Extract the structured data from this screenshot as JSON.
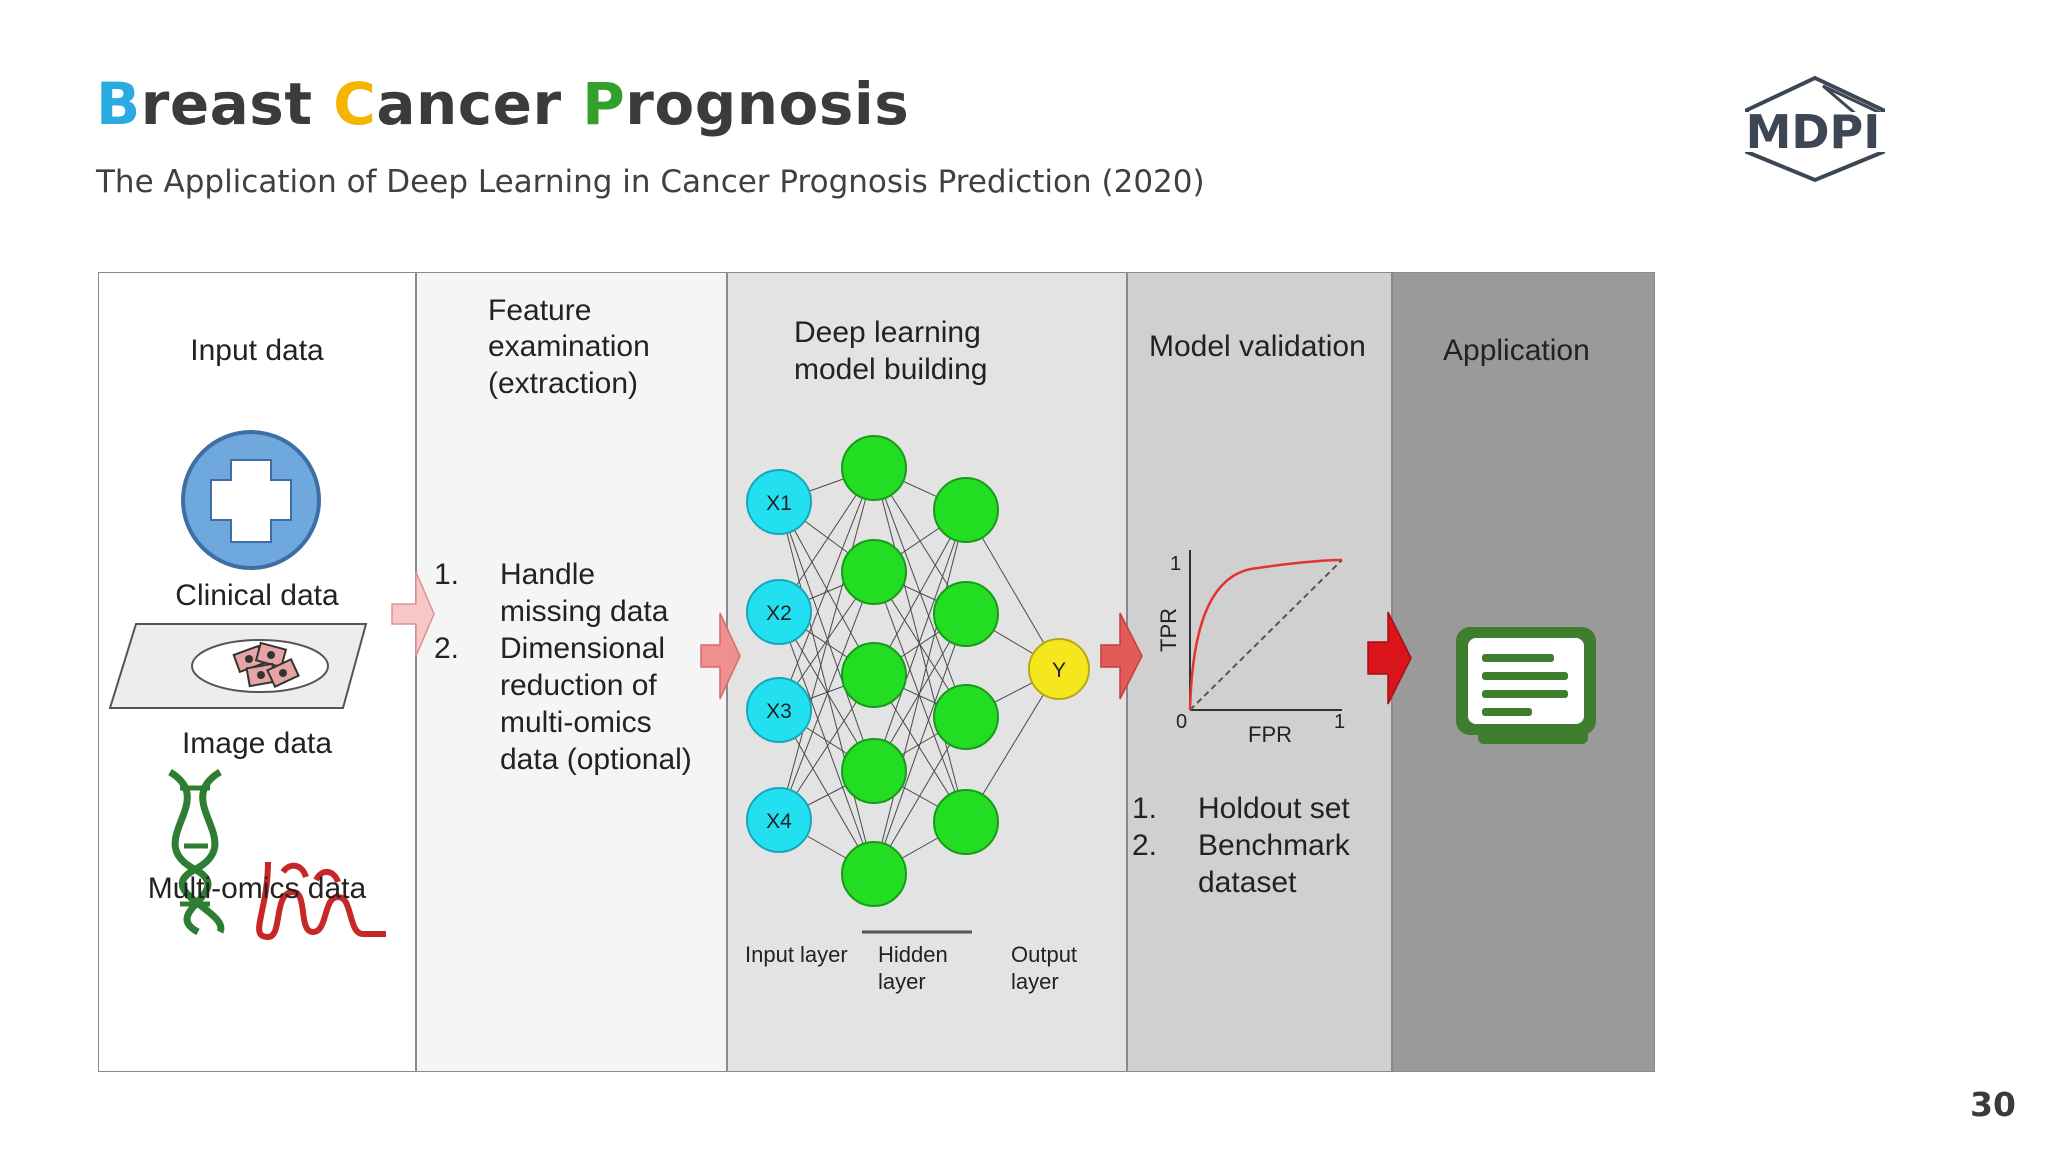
{
  "slide": {
    "title": {
      "parts": [
        {
          "text": "B",
          "color": "#29abe2"
        },
        {
          "text": "reast ",
          "color": "#3b3b3b"
        },
        {
          "text": "C",
          "color": "#f4b400"
        },
        {
          "text": "ancer ",
          "color": "#3b3b3b"
        },
        {
          "text": "P",
          "color": "#33a02c"
        },
        {
          "text": "rognosis",
          "color": "#3b3b3b"
        }
      ]
    },
    "subtitle": "The Application of Deep Learning in Cancer Prognosis Prediction (2020)",
    "logo": "MDPI",
    "page_number": "30"
  },
  "figure": {
    "panel_colors": [
      "#ffffff",
      "#f5f5f5",
      "#e3e3e3",
      "#d0d0d0",
      "#9a9a9a"
    ],
    "input": {
      "heading": "Input data",
      "clinical": "Clinical data",
      "image": "Image data",
      "omics": "Multi-omics data"
    },
    "feature": {
      "heading": [
        "Feature",
        "examination",
        "(extraction)"
      ],
      "items": [
        {
          "num": "1.",
          "lines": [
            "Handle",
            "missing data"
          ]
        },
        {
          "num": "2.",
          "lines": [
            "Dimensional",
            "reduction of",
            "multi-omics",
            "data (optional)"
          ]
        }
      ]
    },
    "deep": {
      "heading": [
        "Deep learning",
        "model building"
      ],
      "inputs": [
        "X1",
        "X2",
        "X3",
        "X4"
      ],
      "output": "Y",
      "layer_input": "Input layer",
      "layer_hidden": [
        "Hidden",
        "layer"
      ],
      "layer_output": [
        "Output",
        "layer"
      ]
    },
    "validation": {
      "heading": "Model validation",
      "axis_y": "TPR",
      "axis_x": "FPR",
      "tick_zero": "0",
      "tick_one_x": "1",
      "tick_one_y": "1",
      "items": [
        {
          "num": "1.",
          "lines": [
            "Holdout set"
          ]
        },
        {
          "num": "2.",
          "lines": [
            "Benchmark",
            "dataset"
          ]
        }
      ]
    },
    "application": {
      "heading": "Application"
    },
    "arrow_colors": [
      "#f7c6c6",
      "#ef8f8f",
      "#e35a5a",
      "#d9141b"
    ]
  }
}
